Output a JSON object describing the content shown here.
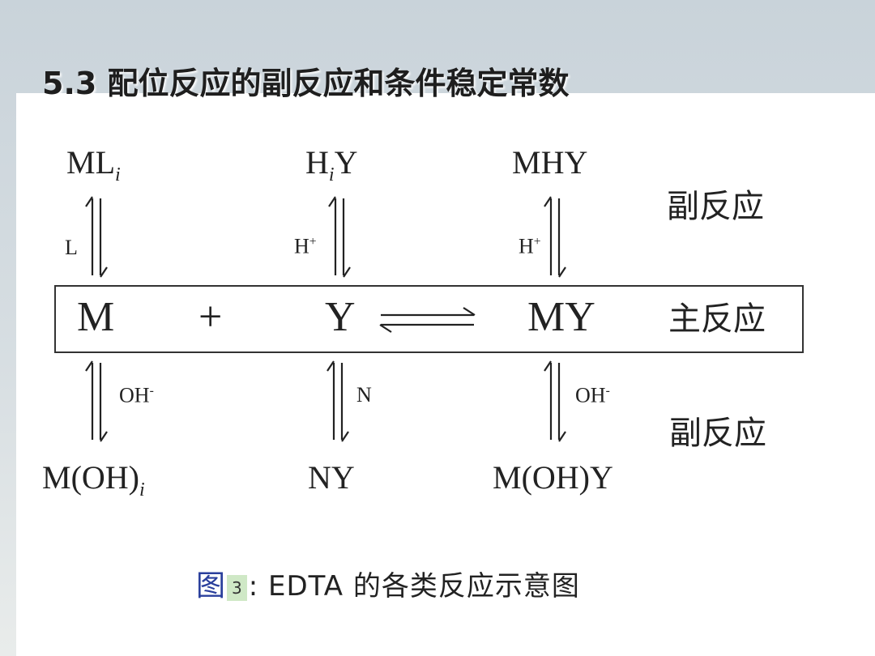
{
  "slide": {
    "title": "5.3  配位反应的副反应和条件稳定常数"
  },
  "diagram": {
    "top_species": [
      {
        "base": "ML",
        "sub": "i"
      },
      {
        "base": "H",
        "sub": "i",
        "tail": "Y"
      },
      {
        "base": "MHY"
      }
    ],
    "top_reagents": [
      {
        "base": "L"
      },
      {
        "base": "H",
        "sup": "+"
      },
      {
        "base": "H",
        "sup": "+"
      }
    ],
    "main": {
      "m": "M",
      "plus": "+",
      "y": "Y",
      "my": "MY"
    },
    "bottom_reagents": [
      {
        "base": "OH",
        "sup": "-"
      },
      {
        "base": "N"
      },
      {
        "base": "OH",
        "sup": "-"
      }
    ],
    "bottom_species": [
      {
        "base": "M(OH)",
        "sub": "i"
      },
      {
        "base": "NY"
      },
      {
        "base": "M(OH)Y"
      }
    ],
    "row_labels": {
      "side_top": "副反应",
      "main": "主反应",
      "side_bottom": "副反应"
    }
  },
  "caption": {
    "prefix": "图",
    "number": "3",
    "text": ": EDTA 的各类反应示意图"
  }
}
